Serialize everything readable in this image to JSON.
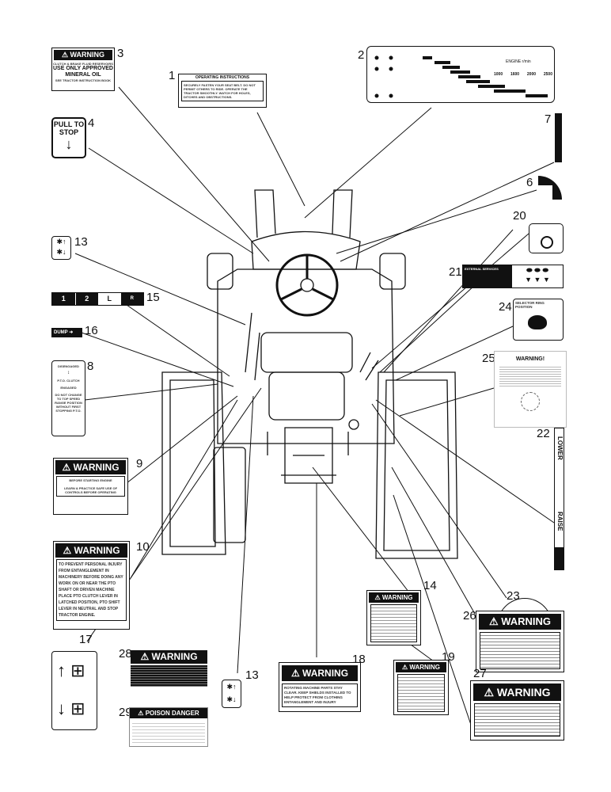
{
  "decals": {
    "d1": {
      "number": "1",
      "title": "OPERATING    INSTRUCTIONS",
      "body": "SECURELY FASTEN YOUR SEAT BELT. DO NOT PERMIT OTHERS TO RIDE. OPERATE THE TRACTOR SMOOTHLY. WATCH FOR HOLES, DITCHES AND OBSTRUCTIONS."
    },
    "d2": {
      "number": "2",
      "engine_label": "ENGINE r/min",
      "rpm_ticks": [
        "1000",
        "1600",
        "2000",
        "2500"
      ]
    },
    "d3": {
      "number": "3",
      "header": "WARNING",
      "line1": "CLUTCH & BRAKE FLUID RESERVOIRS",
      "line2": "USE ONLY APPROVED",
      "line3": "MINERAL OIL",
      "line4": "SEE TRACTOR INSTRUCTION BOOK"
    },
    "d4": {
      "number": "4",
      "line1": "PULL TO",
      "line2": "STOP",
      "arrow": "↓"
    },
    "d6": {
      "number": "6"
    },
    "d7": {
      "number": "7"
    },
    "d8": {
      "number": "8",
      "top": "DISENGAGED",
      "mid": "P.T.O. CLUTCH",
      "bottom": "ENGAGED",
      "body": "DO NOT CHANGE TO TOP SPEED RANGE POSITION WITHOUT FIRST STOPPING P.T.O."
    },
    "d9": {
      "number": "9",
      "header": "WARNING",
      "line1": "BEFORE STARTING ENGINE",
      "line2": "LEARN & PRACTICE SAFE USE OF CONTROLS BEFORE OPERATING"
    },
    "d10": {
      "number": "10",
      "header": "WARNING",
      "body": "TO PREVENT PERSONAL INJURY FROM ENTANGLEMENT IN MACHINERY BEFORE DOING ANY WORK ON OR NEAR THE PTO SHAFT OR DRIVEN MACHINE PLACE PTO CLUTCH LEVER IN LATCHED POSITION, PTO SHIFT LEVER IN NEUTRAL AND STOP TRACTOR ENGINE."
    },
    "d13a": {
      "number": "13"
    },
    "d13b": {
      "number": "13"
    },
    "d14": {
      "number": "14",
      "header": "WARNING"
    },
    "d15": {
      "number": "15",
      "cells": [
        "1",
        "2",
        "L",
        "R"
      ]
    },
    "d16": {
      "number": "16",
      "label": "DUMP"
    },
    "d17": {
      "number": "17"
    },
    "d18": {
      "number": "18",
      "header": "WARNING",
      "body": "ROTATING MACHINE PARTS STAY CLEAR. KEEP SHIELDS INSTALLED TO HELP PROTECT FROM CLOTHING ENTANGLEMENT AND INJURY"
    },
    "d19": {
      "number": "19",
      "header": "WARNING"
    },
    "d20": {
      "number": "20"
    },
    "d21": {
      "number": "21",
      "title": "EXTERNAL SERVICES"
    },
    "d22": {
      "number": "22",
      "top": "LOWER",
      "bottom": "RAISE"
    },
    "d23": {
      "number": "23"
    },
    "d24": {
      "number": "24",
      "title": "SELECTOR RING POSITION"
    },
    "d25": {
      "number": "25",
      "title": "WARNING!"
    },
    "d26": {
      "number": "26",
      "header": "WARNING"
    },
    "d27": {
      "number": "27",
      "header": "WARNING"
    },
    "d28": {
      "number": "28",
      "header": "WARNING"
    },
    "d29": {
      "number": "29",
      "header": "POISON  DANGER"
    }
  }
}
